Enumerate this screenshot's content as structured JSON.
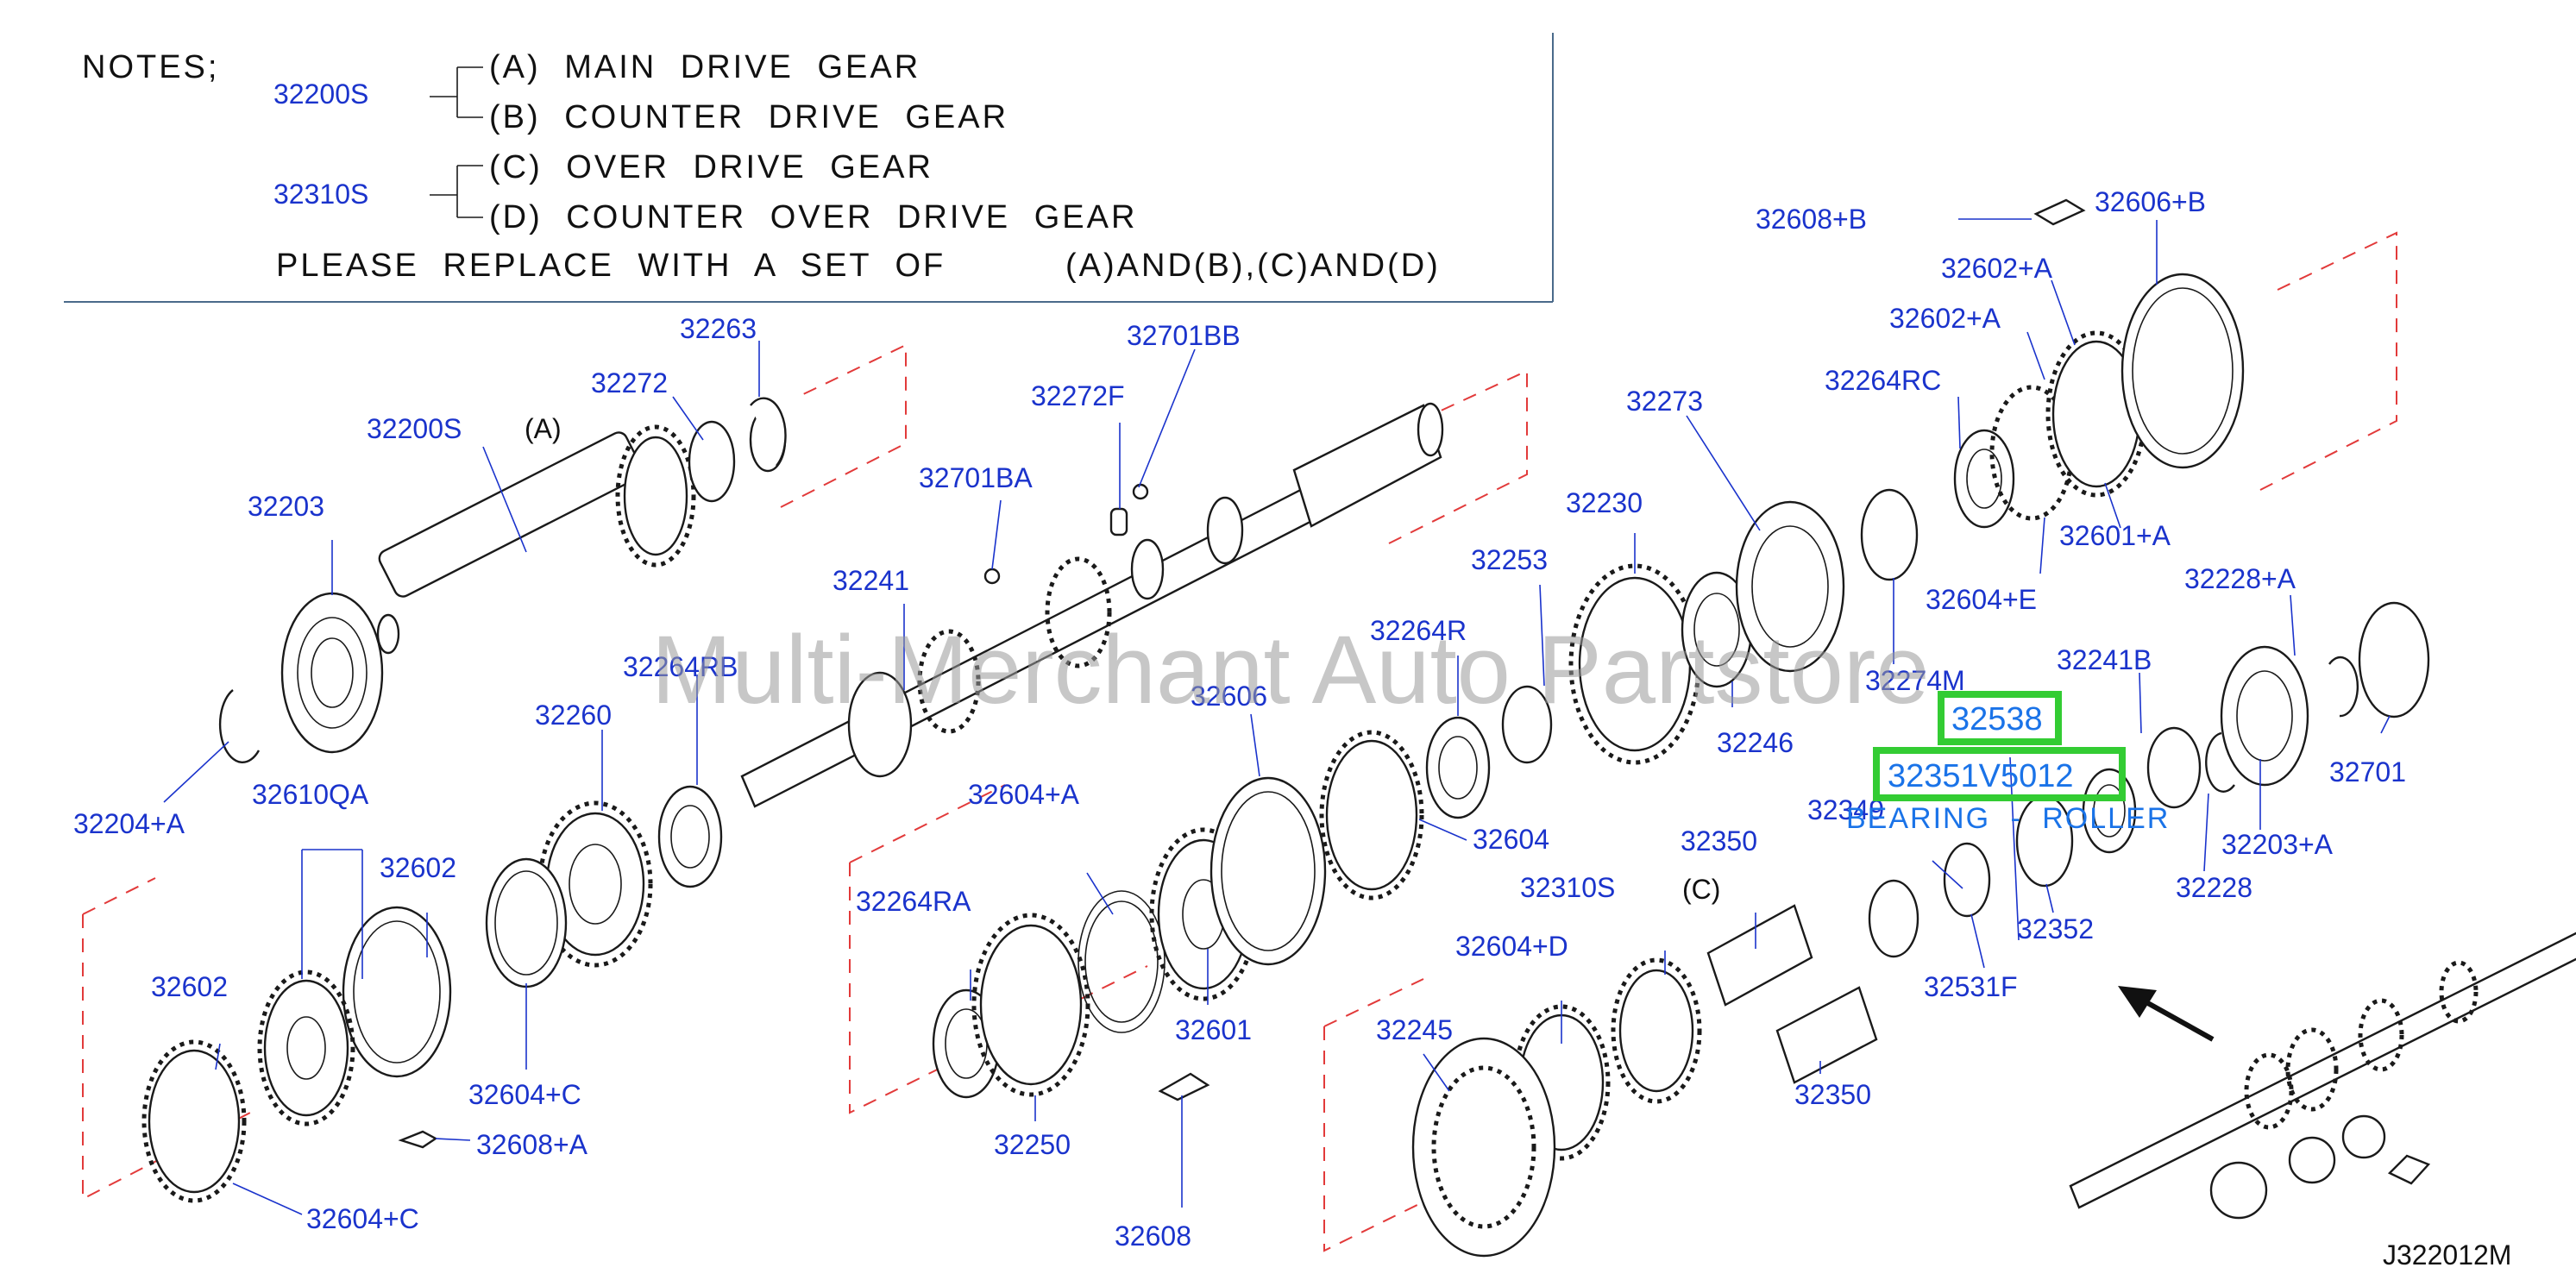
{
  "notes": {
    "heading": "NOTES;",
    "group1_code": "32200S",
    "group1_a": "(A)  MAIN  DRIVE  GEAR",
    "group1_b": "(B)  COUNTER  DRIVE  GEAR",
    "group2_code": "32310S",
    "group2_c": "(C)  OVER  DRIVE  GEAR",
    "group2_d": "(D)  COUNTER  OVER  DRIVE  GEAR",
    "replace_text": "PLEASE  REPLACE  WITH  A  SET  OF",
    "replace_sets": "(A)AND(B),(C)AND(D)"
  },
  "sub_labels": {
    "a": "(A)",
    "c": "(C)"
  },
  "watermark": "Multi-Merchant Auto Partstore",
  "highlight": {
    "part": "32538",
    "code": "32351V5012",
    "description": "BEARING - ROLLER",
    "colors": {
      "box": "#33cc33",
      "text": "#1a73e8"
    }
  },
  "figure_id": "J322012M",
  "colors": {
    "label": "#1a33cc",
    "dash": "#e23a3a",
    "line": "#1a1a1a"
  },
  "labels": {
    "p32608B": "32608+B",
    "p32606B": "32606+B",
    "p32602A1": "32602+A",
    "p32602A2": "32602+A",
    "p32263": "32263",
    "p32701BB": "32701BB",
    "p32272": "32272",
    "p32272F": "32272F",
    "p32264RC": "32264RC",
    "p32200S": "32200S",
    "p32273": "32273",
    "p32701BA": "32701BA",
    "p32601A": "32601+A",
    "p32203": "32203",
    "p32230": "32230",
    "p32253": "32253",
    "p32604E": "32604+E",
    "p32241": "32241",
    "p32228A": "32228+A",
    "p32264R": "32264R",
    "p32264RB": "32264RB",
    "p32241B": "32241B",
    "p32274M": "32274M",
    "p32606": "32606",
    "p32260": "32260",
    "p32246": "32246",
    "p32701": "32701",
    "p32204A": "32204+A",
    "p32610QA": "32610QA",
    "p32604A": "32604+A",
    "p32349": "32349",
    "p32604": "32604",
    "p32203A": "32203+A",
    "p32350a": "32350",
    "p32602b": "32602",
    "p32264RA": "32264RA",
    "p32310S": "32310S",
    "p32228": "32228",
    "p32352": "32352",
    "p32604D": "32604+D",
    "p32602c": "32602",
    "p32531F": "32531F",
    "p32601": "32601",
    "p32245": "32245",
    "p32604C1": "32604+C",
    "p32350b": "32350",
    "p32608A": "32608+A",
    "p32250": "32250",
    "p32604C2": "32604+C",
    "p32608": "32608"
  }
}
